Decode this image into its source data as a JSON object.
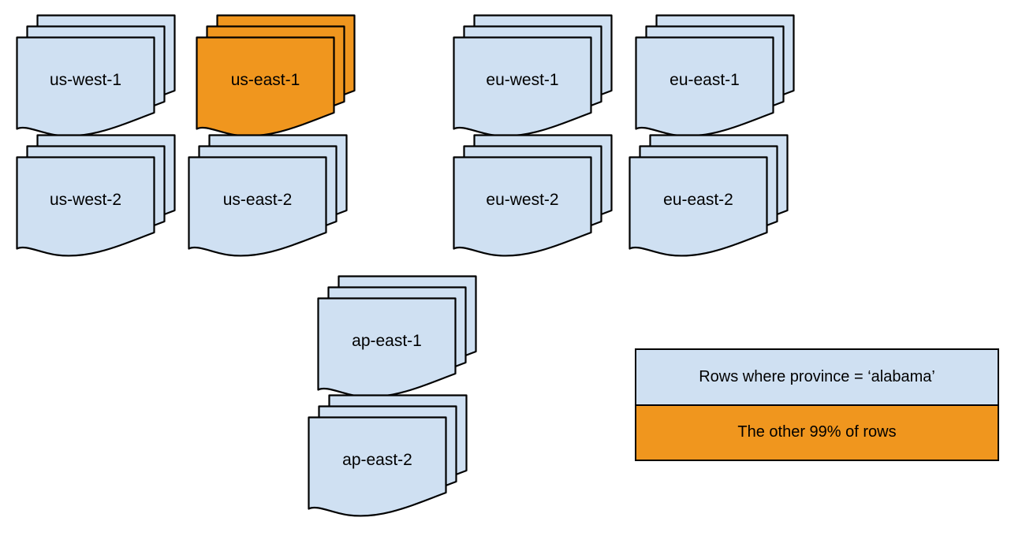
{
  "colors": {
    "doc_blue": "#cfe0f2",
    "doc_orange": "#f0961e",
    "stroke": "#000000",
    "text": "#000000"
  },
  "stacks": [
    {
      "label": "us-west-1",
      "fill": "blue"
    },
    {
      "label": "us-east-1",
      "fill": "orange"
    },
    {
      "label": "eu-west-1",
      "fill": "blue"
    },
    {
      "label": "eu-east-1",
      "fill": "blue"
    },
    {
      "label": "us-west-2",
      "fill": "blue"
    },
    {
      "label": "us-east-2",
      "fill": "blue"
    },
    {
      "label": "eu-west-2",
      "fill": "blue"
    },
    {
      "label": "eu-east-2",
      "fill": "blue"
    },
    {
      "label": "ap-east-1",
      "fill": "blue"
    },
    {
      "label": "ap-east-2",
      "fill": "blue"
    }
  ],
  "legend": {
    "items": [
      {
        "label": "Rows where province = ‘alabama’",
        "fill": "blue"
      },
      {
        "label": "The other 99% of rows",
        "fill": "orange"
      }
    ]
  }
}
